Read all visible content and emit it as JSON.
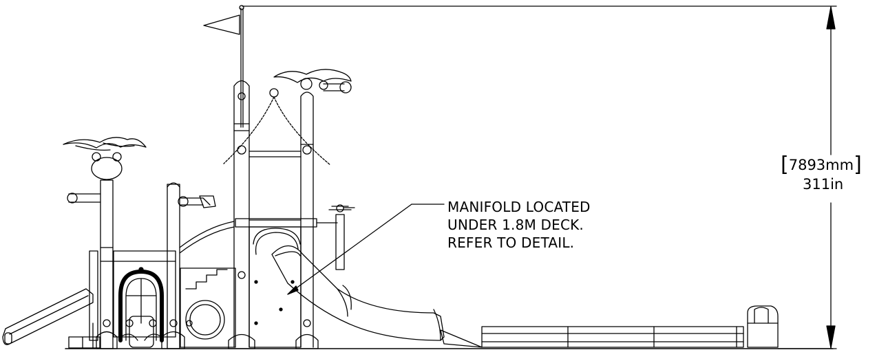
{
  "dimension": {
    "metric": "7893mm",
    "imperial": "311in",
    "bracket_open": "[",
    "bracket_close": "]"
  },
  "callout": {
    "lines": [
      "MANIFOLD LOCATED",
      "UNDER 1.8M DECK.",
      "REFER TO DETAIL."
    ]
  },
  "colors": {
    "ink": "#000000",
    "paper": "#ffffff"
  }
}
